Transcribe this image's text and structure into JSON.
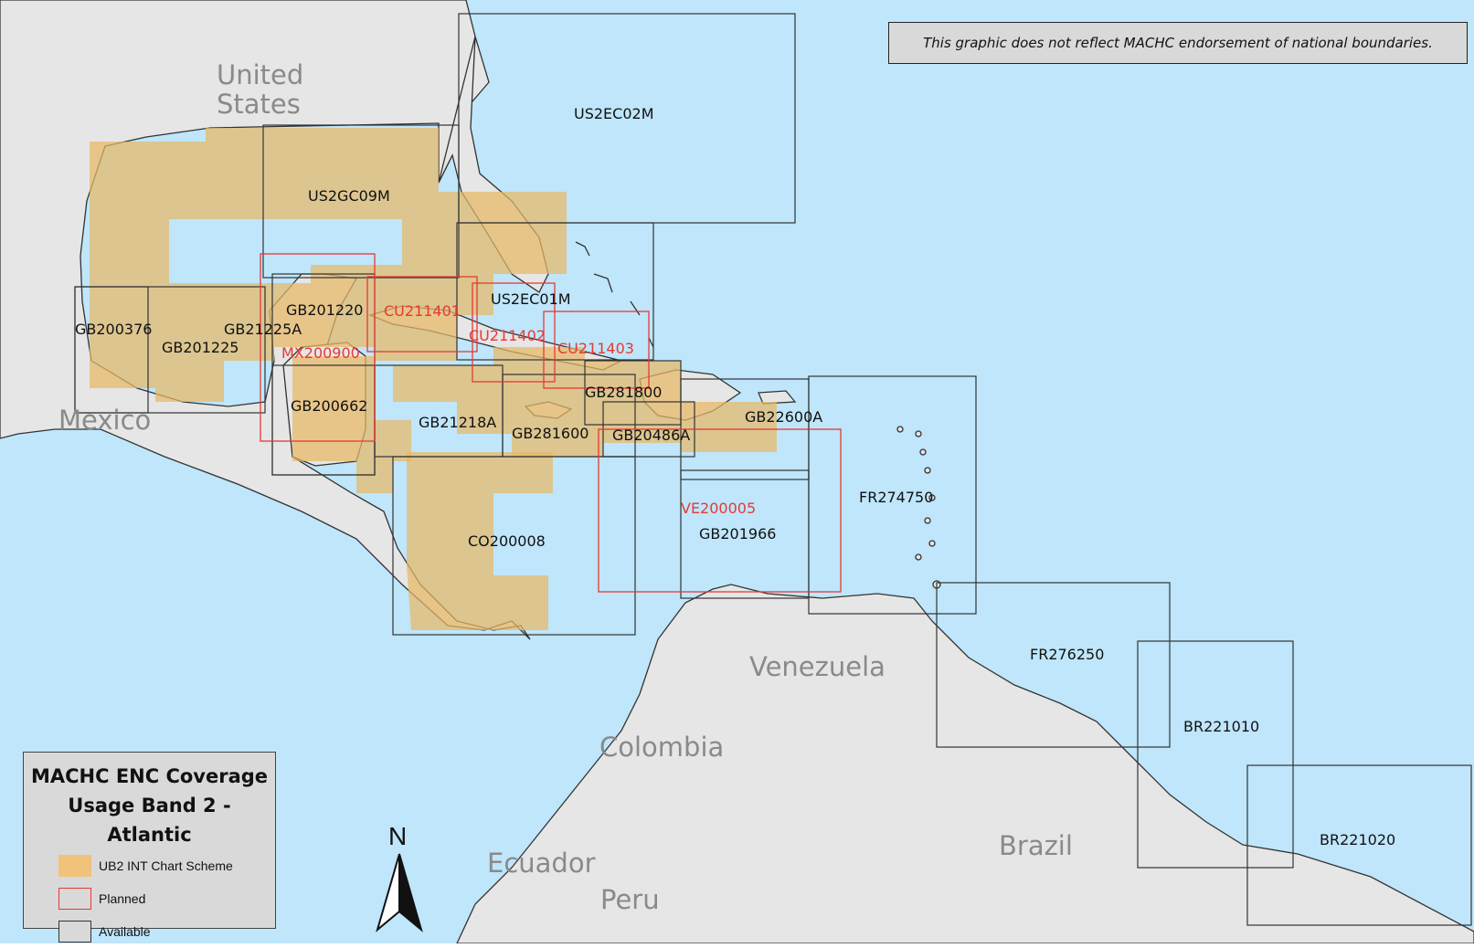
{
  "map": {
    "title_line1": "MACHC ENC Coverage",
    "title_line2": "Usage Band 2 - Atlantic",
    "disclaimer": "This graphic does not reflect MACHC endorsement of national boundaries.",
    "colors": {
      "sea": "#bfe6fb",
      "land": "#e6e6e6",
      "scheme": "#e8b865",
      "planned": "#e53935",
      "available": "#333333"
    },
    "legend": [
      {
        "key": "scheme",
        "label": "UB2 INT Chart Scheme"
      },
      {
        "key": "planned",
        "label": "Planned"
      },
      {
        "key": "available",
        "label": "Available"
      }
    ],
    "north_arrow_label": "N",
    "countries": {
      "united_states": [
        "United",
        "States"
      ],
      "mexico": "Mexico",
      "venezuela": "Venezuela",
      "colombia": "Colombia",
      "brazil": "Brazil",
      "ecuador": "Ecuador",
      "peru": "Peru"
    },
    "cells_available": [
      "US2EC02M",
      "US2GC09M",
      "US2EC01M",
      "GB201220",
      "GB200376",
      "GB201225",
      "GB21225A",
      "GB200662",
      "GB21218A",
      "GB281600",
      "GB281800",
      "GB20486A",
      "GB22600A",
      "FR274750",
      "GB201966",
      "CO200008",
      "FR276250",
      "BR221010",
      "BR221020"
    ],
    "cells_planned": [
      "CU211401",
      "CU211402",
      "CU211403",
      "MX200900",
      "VE200005"
    ]
  }
}
